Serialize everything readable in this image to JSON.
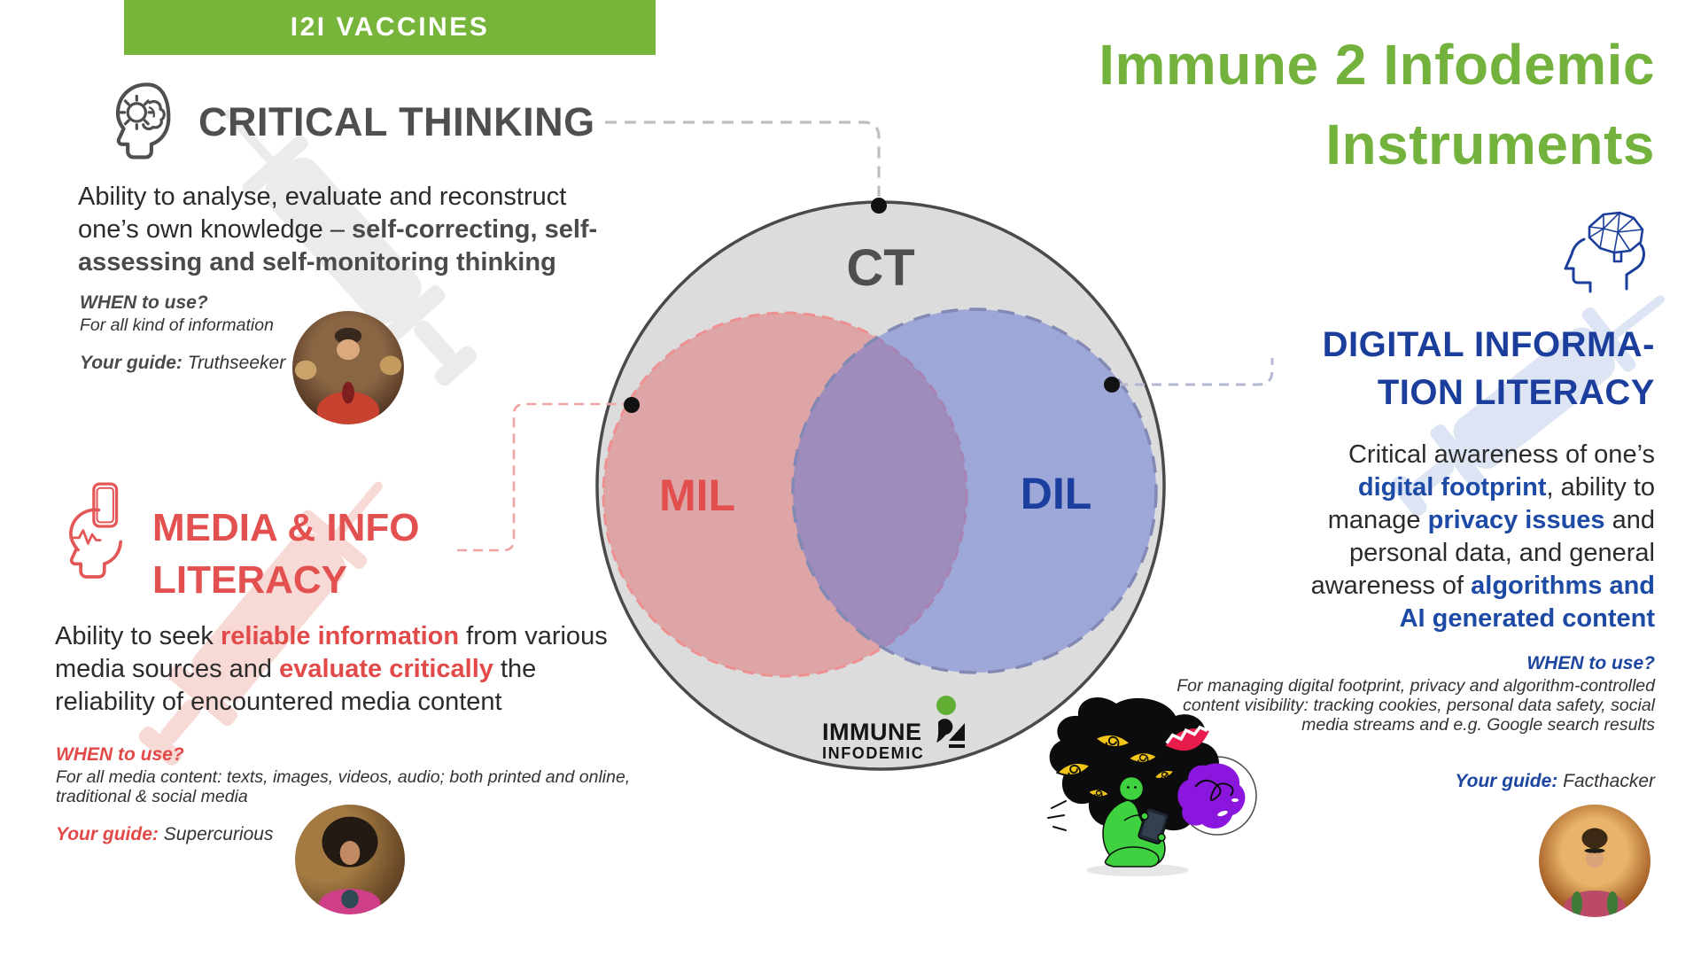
{
  "banner": {
    "label": "I2I VACCINES"
  },
  "title": {
    "line1": "Immune 2 Infodemic",
    "line2": "Instruments"
  },
  "venn": {
    "ct_label": "CT",
    "mil_label": "MIL",
    "dil_label": "DIL"
  },
  "logo": {
    "line1": "IMMUNE",
    "line2": "INFODEMIC"
  },
  "critical_thinking": {
    "heading": "CRITICAL THINKING",
    "desc_plain": "Ability to analyse, evaluate and reconstruct one’s own knowledge – ",
    "desc_bold": "self-correcting, self-assessing and self-monitoring thinking",
    "when_label": "WHEN to use?",
    "when_text": "For all kind of information",
    "guide_label": "Your guide:",
    "guide_name": " Truthseeker"
  },
  "media_literacy": {
    "heading_line1": "MEDIA & INFO",
    "heading_line2": "LITERACY",
    "desc_seg1": "Ability to seek ",
    "desc_seg2": "reliable information",
    "desc_seg3": " from various media sources and ",
    "desc_seg4": "evaluate critically",
    "desc_seg5": " the reliability of encountered media content",
    "when_label": "WHEN to use?",
    "when_text": "For all media content: texts, images, videos, audio; both printed and online, traditional & social media",
    "guide_label": "Your guide:",
    "guide_name": " Supercurious"
  },
  "digital_literacy": {
    "heading_line1": "DIGITAL INFORMA-",
    "heading_line2": "TION LITERACY",
    "desc_seg1": "Critical awareness of one’s ",
    "desc_seg2": "digital footprint",
    "desc_seg3": ", ability to manage ",
    "desc_seg4": "privacy issues",
    "desc_seg5": " and personal data, and general awareness of ",
    "desc_seg6": "algorithms and AI generated content",
    "when_label": "WHEN to use?",
    "when_text": "For managing digital footprint, privacy and algorithm-controlled content visibility: tracking cookies, personal data safety, social media streams and e.g. Google search results",
    "guide_label": "Your guide:",
    "guide_name": " Facthacker"
  },
  "colors": {
    "banner_green": "#76b43a",
    "title_green": "#72b23d",
    "mil_red": "#e35050",
    "dil_navy": "#1b3e9c",
    "ct_gray": "#4f4f4f"
  }
}
